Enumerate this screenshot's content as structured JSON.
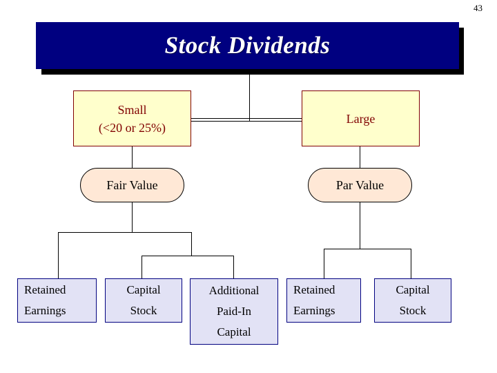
{
  "slide": {
    "page_number": "43",
    "title": "Stock Dividends",
    "background_color": "#ffffff",
    "title_bar_color": "#000080",
    "title_text_color": "#ffffff"
  },
  "colors": {
    "yellow_fill": "#ffffcc",
    "yellow_border": "#800000",
    "yellow_text": "#800000",
    "round_fill": "#ffe8d6",
    "round_border": "#000000",
    "blue_fill": "#e2e2f5",
    "blue_border": "#000080",
    "connector": "#000000"
  },
  "diagram": {
    "type": "org-chart",
    "level1": [
      {
        "id": "small",
        "line1": "Small",
        "line2": "(<20 or 25%)"
      },
      {
        "id": "large",
        "line1": "Large",
        "line2": ""
      }
    ],
    "level2": [
      {
        "id": "fair-value",
        "label": "Fair Value"
      },
      {
        "id": "par-value",
        "label": "Par Value"
      }
    ],
    "level3": [
      {
        "id": "retained-earnings-left",
        "lines": [
          "Retained",
          "Earnings"
        ],
        "align": "left"
      },
      {
        "id": "capital-stock-left",
        "lines": [
          "Capital",
          "Stock"
        ],
        "align": "center"
      },
      {
        "id": "additional-paid-in-capital",
        "lines": [
          "Additional",
          "Paid-In",
          "Capital"
        ],
        "align": "center"
      },
      {
        "id": "retained-earnings-right",
        "lines": [
          "Retained",
          "Earnings"
        ],
        "align": "left"
      },
      {
        "id": "capital-stock-right",
        "lines": [
          "Capital",
          "Stock"
        ],
        "align": "center"
      }
    ]
  }
}
